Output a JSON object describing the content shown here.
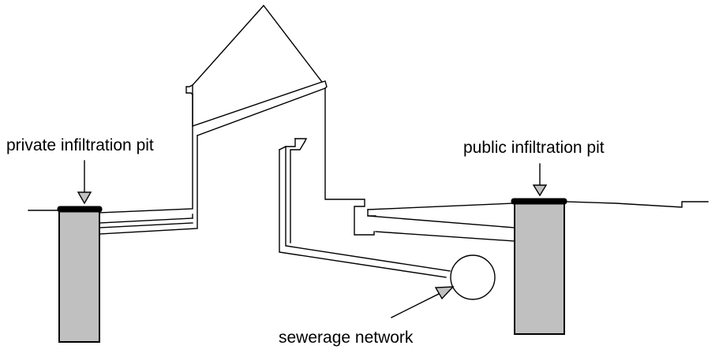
{
  "labels": {
    "private_pit": "private infiltration pit",
    "public_pit": "public infiltration pit",
    "sewerage": "sewerage network"
  },
  "colors": {
    "pit_fill": "#c0c0c0",
    "line": "#000000",
    "background": "#ffffff"
  }
}
